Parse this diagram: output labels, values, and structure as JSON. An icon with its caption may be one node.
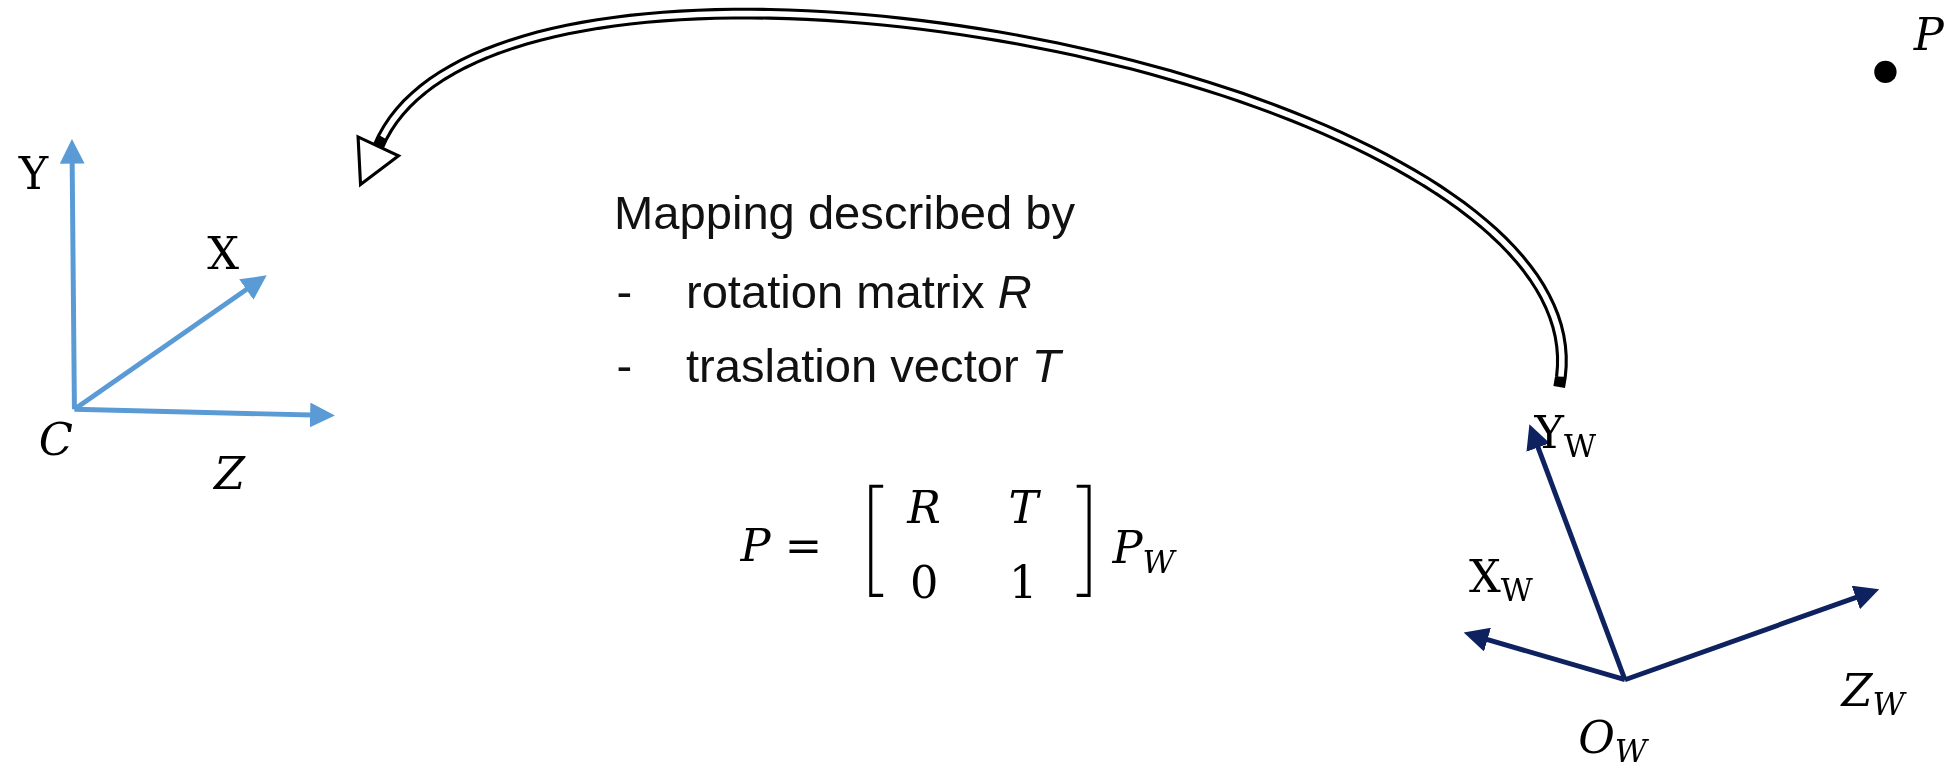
{
  "diagram": {
    "nodes": [
      {
        "text": [],
        "shape": "picture"
      },
      {
        "text": [],
        "shape": "picture"
      }
    ],
    "edges": [
      {
        "from": 1,
        "to": 0,
        "arrow": "to"
      }
    ],
    "labels": [
      "P",
      "Y",
      "Mapping described by",
      "X",
      "-",
      "rotation matrix *R*",
      "-",
      "traslation vector *T*",
      "C",
      "Z",
      "Y$_{W}$",
      "P =",
      "R",
      "T",
      "0",
      "1",
      "P$_{W}$",
      "X$_{W}$",
      "Z$_{W}$",
      "O$_{W}$"
    ]
  }
}
